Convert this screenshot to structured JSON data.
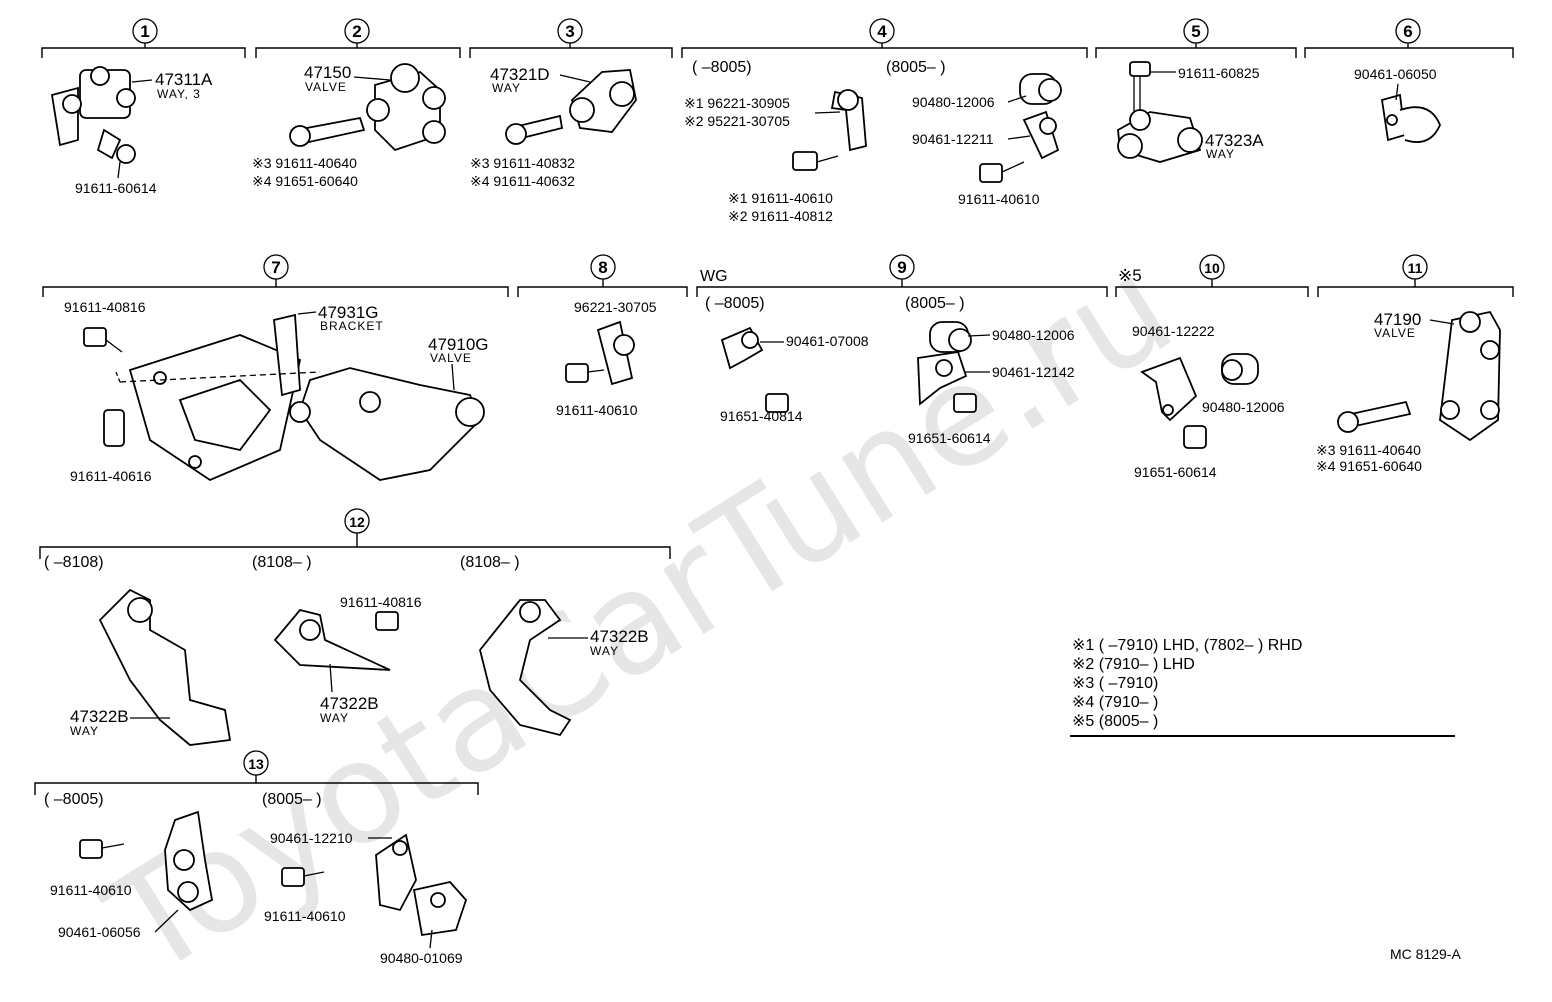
{
  "watermark": "ToyotaCarTune.ru",
  "groups": [
    {
      "num": "1"
    },
    {
      "num": "2"
    },
    {
      "num": "3"
    },
    {
      "num": "4"
    },
    {
      "num": "5"
    },
    {
      "num": "6"
    },
    {
      "num": "7"
    },
    {
      "num": "8"
    },
    {
      "num": "9"
    },
    {
      "num": "10"
    },
    {
      "num": "11"
    },
    {
      "num": "12"
    },
    {
      "num": "13"
    }
  ],
  "ranges": {
    "g4_left": "(      –8005)",
    "g4_right": "(8005–        )",
    "g9_left": "(        –8005)",
    "g9_right": "(8005–        )",
    "g12_a": "(        –8108)",
    "g12_b": "(8108–        )",
    "g12_c": "(8108–        )",
    "g13_left": "(        –8005)",
    "g13_right": "(8005–        )"
  },
  "labels": {
    "p47311A": "47311A",
    "p47311A_sub": "WAY, 3",
    "p91611_60614": "91611-60614",
    "p47150": "47150",
    "p47150_sub": "VALVE",
    "g2_s3": "※3  91611-40640",
    "g2_s4": "※4  91651-60640",
    "p47321D": "47321D",
    "p47321D_sub": "WAY",
    "g3_s3": "※3  91611-40832",
    "g3_s4": "※4  91611-40632",
    "g4_s1": "※1  96221-30905",
    "g4_s2": "※2  95221-30705",
    "g4_b1": "※1  91611-40610",
    "g4_b2": "※2  91611-40812",
    "p90480_12006_a": "90480-12006",
    "p90461_12211": "90461-12211",
    "p91611_40610_a": "91611-40610",
    "p91611_60825": "91611-60825",
    "p47323A": "47323A",
    "p47323A_sub": "WAY",
    "p90461_06050": "90461-06050",
    "p91611_40816_a": "91611-40816",
    "p47931G": "47931G",
    "p47931G_sub": "BRACKET",
    "p47910G": "47910G",
    "p47910G_sub": "VALVE",
    "p91611_40616": "91611-40616",
    "p96221_30705": "96221-30705",
    "p91611_40610_b": "91611-40610",
    "wg": "WG",
    "p90461_07008": "90461-07008",
    "p91651_40814": "91651-40814",
    "p90480_12006_b": "90480-12006",
    "p90461_12142": "90461-12142",
    "p91651_60614_a": "91651-60614",
    "star5": "※5",
    "p90461_12222": "90461-12222",
    "p90480_12006_c": "90480-12006",
    "p91651_60614_b": "91651-60614",
    "p47190": "47190",
    "p47190_sub": "VALVE",
    "g11_s3": "※3  91611-40640",
    "g11_s4": "※4  91651-60640",
    "p91611_40816_b": "91611-40816",
    "p47322B_a": "47322B",
    "p47322B_a_sub": "WAY",
    "p47322B_b": "47322B",
    "p47322B_b_sub": "WAY",
    "p47322B_c": "47322B",
    "p47322B_c_sub": "WAY",
    "p91611_40610_c": "91611-40610",
    "p90461_06056": "90461-06056",
    "p91611_40610_d": "91611-40610",
    "p90461_12210": "90461-12210",
    "p90480_01069": "90480-01069"
  },
  "notes": [
    "※1 (        –7910)  LHD,  (7802–        )  RHD",
    "※2 (7910–        )  LHD",
    "※3 (        –7910)",
    "※4 (7910–        )",
    "※5 (8005–        )"
  ],
  "code": "MC  8129-A"
}
